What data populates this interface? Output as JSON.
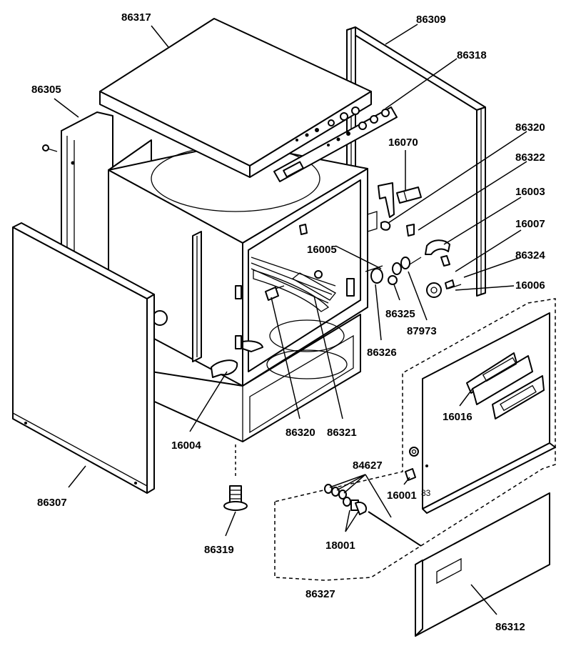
{
  "labels": {
    "p86317": "86317",
    "p86309": "86309",
    "p86318": "86318",
    "p86305": "86305",
    "p16070": "16070",
    "p86320a": "86320",
    "p86322": "86322",
    "p16003": "16003",
    "p16005": "16005",
    "p16007": "16007",
    "p86324": "86324",
    "p16006": "16006",
    "p86325": "86325",
    "p87973": "87973",
    "p86326": "86326",
    "p16016": "16016",
    "p86320b": "86320",
    "p86321": "86321",
    "p16004": "16004",
    "p84627": "84627",
    "p16001": "16001",
    "p83": "83",
    "p86307": "86307",
    "p86319": "86319",
    "p18001": "18001",
    "p86327": "86327",
    "p86312": "86312"
  }
}
